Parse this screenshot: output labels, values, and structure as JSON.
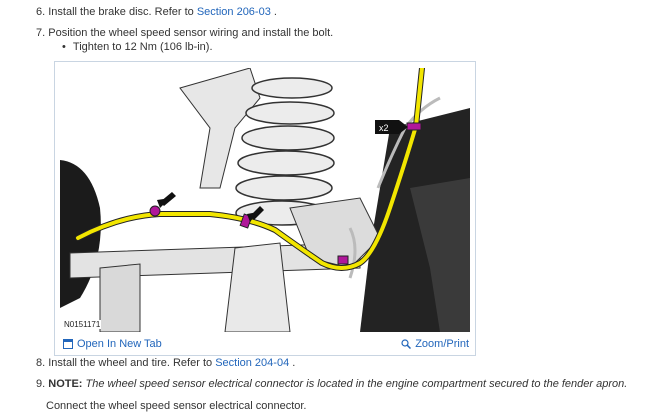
{
  "steps": [
    {
      "num": "6.",
      "text": "Install the brake disc. Refer to ",
      "link": "Section  206-03",
      "suffix": " ."
    },
    {
      "num": "7.",
      "text": "Position the wheel speed sensor wiring and install the bolt."
    }
  ],
  "bullet": "Tighten to 12 Nm (106 lb-in).",
  "figure": {
    "id": "N0151171",
    "callout": "x2",
    "open_label": "Open In New Tab",
    "zoom_label": "Zoom/Print"
  },
  "steps_after": [
    {
      "num": "8.",
      "text": "Install the wheel and tire. Refer to ",
      "link": "Section  204-04",
      "suffix": " ."
    },
    {
      "num": "9.",
      "note_label": "NOTE:",
      "note": " The wheel speed sensor electrical connector is located in the engine compartment secured to the fender apron."
    }
  ],
  "final_text": "Connect the wheel speed sensor electrical connector.",
  "colors": {
    "link": "#2266bb",
    "harness": "#f2e600",
    "clip": "#b0179a"
  }
}
